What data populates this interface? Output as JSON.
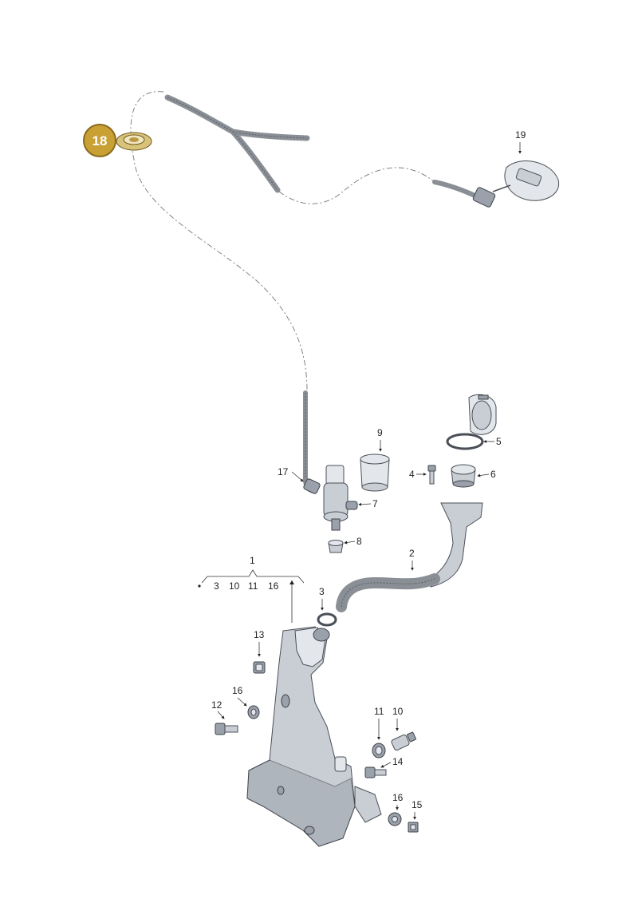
{
  "diagram": {
    "highlight": {
      "number": "18",
      "color": "#c9a033",
      "border": "#8a6a1c"
    },
    "callouts": {
      "c19": "19",
      "c17": "17",
      "c9": "9",
      "c5": "5",
      "c4": "4",
      "c6": "6",
      "c7": "7",
      "c8": "8",
      "c2": "2",
      "c1": "1",
      "c3": "3",
      "c13": "13",
      "c16a": "16",
      "c12": "12",
      "c11": "11",
      "c10": "10",
      "c14": "14",
      "c16b": "16",
      "c15": "15"
    },
    "group1_items": [
      "3",
      "10",
      "11",
      "16"
    ]
  }
}
